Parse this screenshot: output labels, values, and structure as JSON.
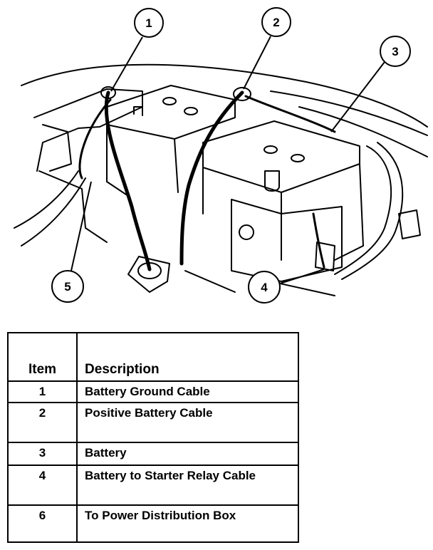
{
  "callouts": [
    "1",
    "2",
    "3",
    "4",
    "5"
  ],
  "legend": {
    "headers": {
      "item": "Item",
      "description": "Description"
    },
    "rows": [
      {
        "item": "1",
        "description": "Battery Ground Cable"
      },
      {
        "item": "2",
        "description": "Positive Battery Cable"
      },
      {
        "item": "3",
        "description": "Battery"
      },
      {
        "item": "4",
        "description": "Battery to Starter Relay Cable"
      },
      {
        "item": "6",
        "description": "To Power Distribution Box"
      }
    ]
  }
}
